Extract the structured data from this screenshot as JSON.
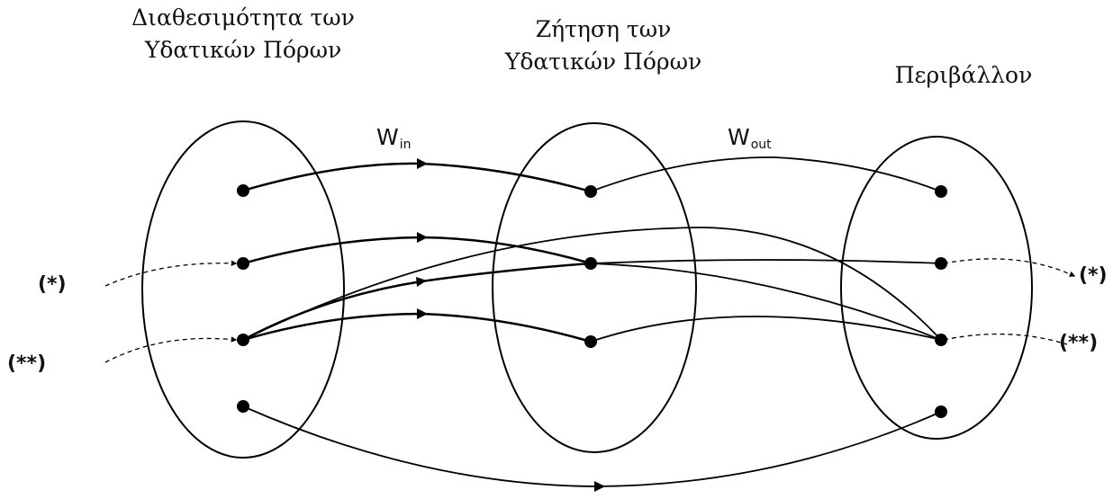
{
  "titles": {
    "availability": [
      "Διαθεσιμότητα των",
      "Υδατικών Πόρων"
    ],
    "demand": [
      "Ζήτηση των",
      "Υδατικών Πόρων"
    ],
    "environment": [
      "Περιβάλλον"
    ]
  },
  "flow_labels": {
    "w_in": {
      "base": "W",
      "sub": "in"
    },
    "w_out": {
      "base": "W",
      "sub": "out"
    }
  },
  "markers": {
    "single": "(*)",
    "double": "(**)"
  },
  "colors": {
    "line": "#000000",
    "text": "#111111"
  }
}
